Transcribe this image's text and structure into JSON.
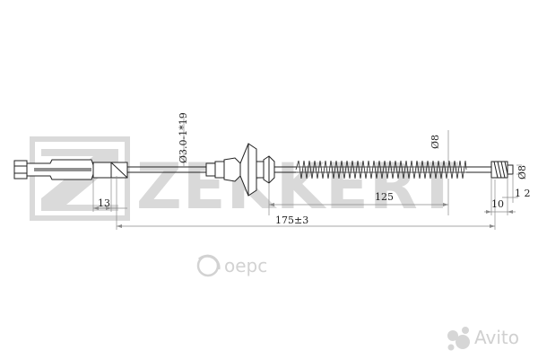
{
  "watermark": {
    "brand": "ZEKKERT",
    "site": "оерс",
    "avito": "Avito"
  },
  "dimensions": {
    "len_13": "13",
    "cable_spec": "Ø3.0-1*19",
    "len_125": "125",
    "dia_8_top": "Ø8",
    "dia_8_end": "Ø8",
    "len_10": "10",
    "len_1_2": "1 2",
    "total_length": "175±3"
  },
  "colors": {
    "line": "#222222",
    "watermark": "#d9d9d9",
    "ruler": "#8a8a8a"
  }
}
